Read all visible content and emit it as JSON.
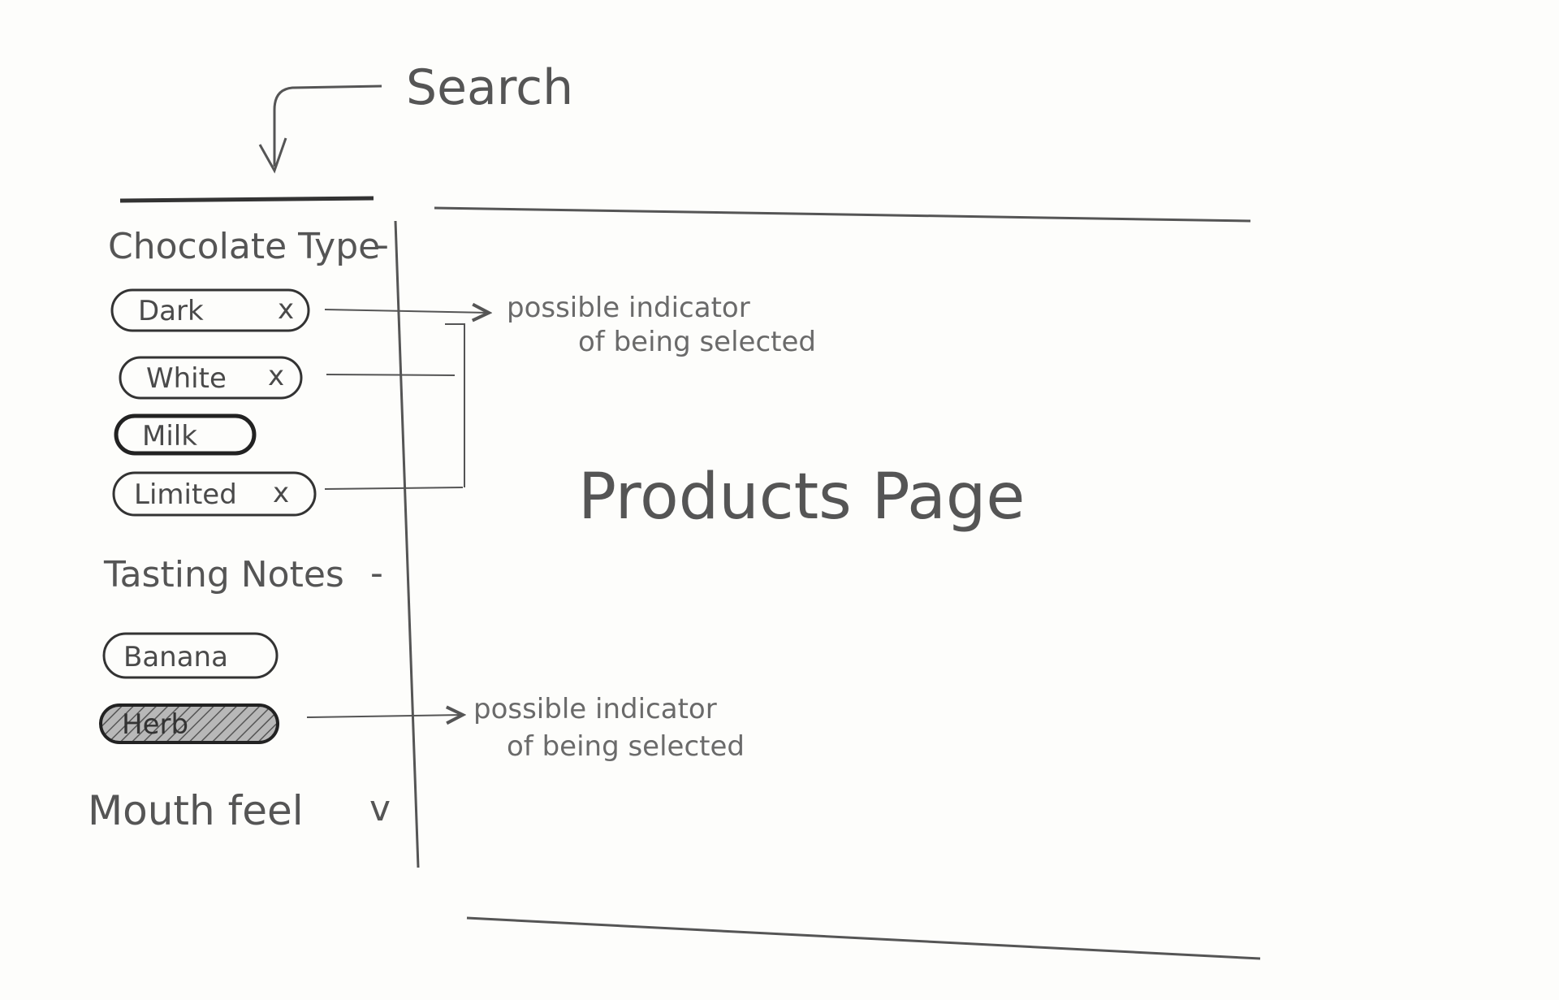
{
  "search": {
    "label": "Search"
  },
  "sidebar": {
    "sections": [
      {
        "title": "Chocolate Type",
        "toggle": "-"
      },
      {
        "title": "Tasting Notes",
        "toggle": "-"
      },
      {
        "title": "Mouth feel",
        "toggle": "v"
      }
    ],
    "chocolate_type_chips": [
      {
        "label": "Dark",
        "remove": "x"
      },
      {
        "label": "White",
        "remove": "x"
      },
      {
        "label": "Milk",
        "remove": ""
      },
      {
        "label": "Limited",
        "remove": "x"
      }
    ],
    "tasting_note_chips": [
      {
        "label": "Banana"
      },
      {
        "label": "Herb"
      }
    ]
  },
  "main": {
    "title": "Products Page"
  },
  "annotations": {
    "chips_note_line1": "possible indicator",
    "chips_note_line2": "of being selected",
    "filled_note_line1": "possible indicator",
    "filled_note_line2": "of being selected"
  },
  "colors": {
    "paper": "#fdfdfb",
    "pencil": "#4a4a4a",
    "selected_fill": "#8a8a8a"
  }
}
